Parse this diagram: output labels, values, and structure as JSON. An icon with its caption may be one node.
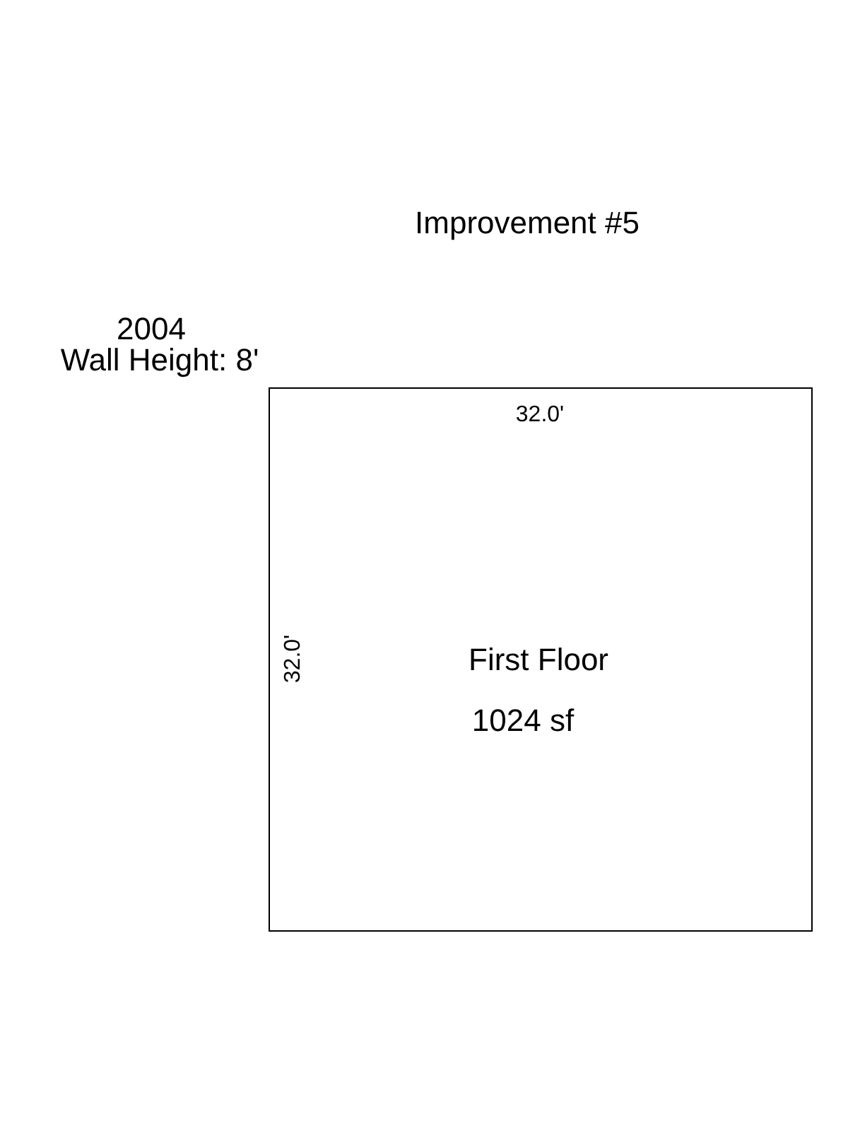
{
  "diagram": {
    "title": "Improvement #5",
    "nodes": [
      {
        "text": [
          "First Floor",
          "1024 sf"
        ]
      }
    ],
    "labels": [
      "2004",
      "Wall Height: 8'",
      "32.0'",
      "32.0'"
    ]
  }
}
